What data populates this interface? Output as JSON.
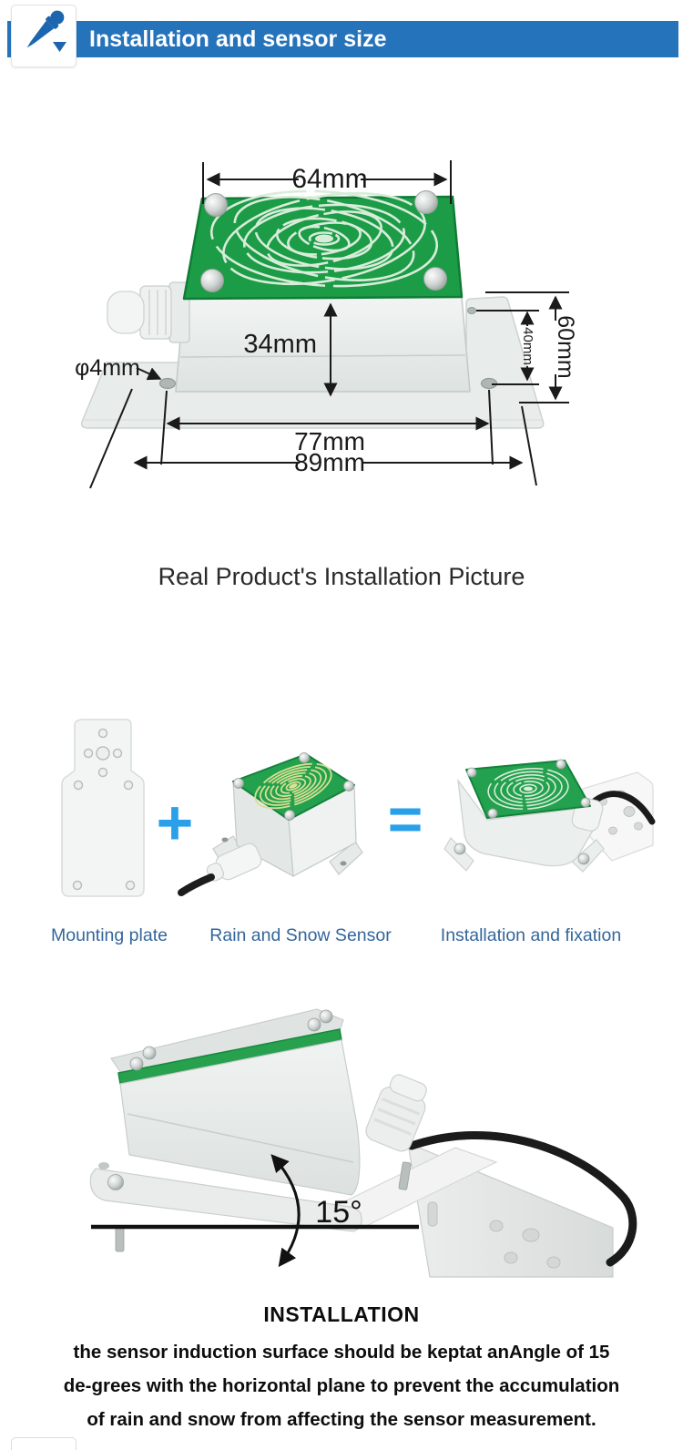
{
  "colors": {
    "banner_blue": "#2573bb",
    "icon_blue": "#1b66ae",
    "operator_blue": "#2ba0ea",
    "label_blue": "#33669c",
    "pcb_green": "#1c9c47",
    "dimension_ink": "#1a1a1a"
  },
  "icons": {
    "header_icon": "dropper-icon",
    "header_caret": "caret-down-icon"
  },
  "header": {
    "title": "Installation and sensor size"
  },
  "diagram": {
    "dim_top_width": "64mm",
    "dim_body_height": "34mm",
    "dim_hole_offset": "40mm",
    "dim_side_height": "60mm",
    "dim_hole_diameter": "φ4mm",
    "dim_hole_spacing": "77mm",
    "dim_base_width": "89mm"
  },
  "caption": "Real Product's Installation Picture",
  "assembly": {
    "plus_sign": "+",
    "equals_sign": "=",
    "items": [
      {
        "label": "Mounting plate"
      },
      {
        "label": "Rain and Snow Sensor"
      },
      {
        "label": "Installation and fixation"
      }
    ]
  },
  "angle": {
    "label": "15°"
  },
  "note": {
    "heading": "INSTALLATION",
    "lines": [
      "the sensor induction surface should be keptat anAngle of 15",
      "de-grees with the horizontal plane to prevent the accumulation",
      "of rain and snow from affecting the sensor measurement."
    ]
  }
}
